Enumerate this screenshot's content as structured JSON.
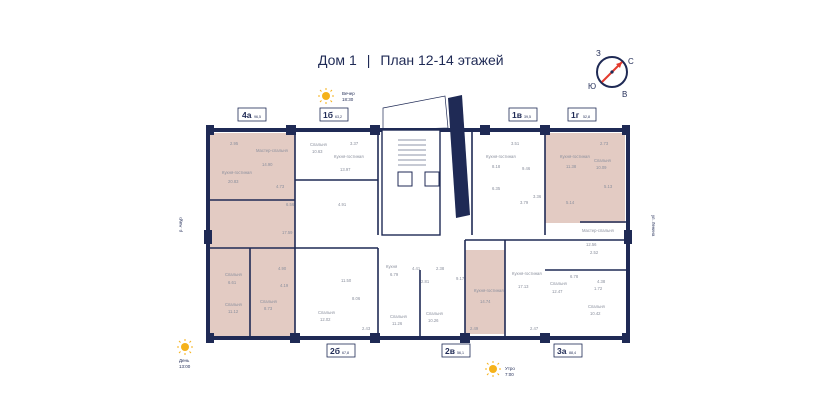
{
  "title": {
    "house": "Дом 1",
    "separator": "|",
    "plan": "План 12-14 этажей"
  },
  "compass": {
    "n": "С",
    "s": "Ю",
    "e": "В",
    "w": "З"
  },
  "sun": {
    "evening": {
      "label": "Вечер",
      "time": "18:30"
    },
    "day": {
      "label": "День",
      "time": "13:00"
    },
    "morning": {
      "label": "Утро",
      "time": "7:00"
    }
  },
  "streets": {
    "left": "р. Амур",
    "right": "ул. Ленина"
  },
  "apartments": {
    "a4": {
      "num": "4а",
      "area": "96,5"
    },
    "b1": {
      "num": "1б",
      "area": "63,2"
    },
    "v1": {
      "num": "1в",
      "area": "39,5"
    },
    "g1": {
      "num": "1г",
      "area": "52,8"
    },
    "b2": {
      "num": "2б",
      "area": "67,8"
    },
    "v2": {
      "num": "2в",
      "area": "56,1"
    },
    "a3": {
      "num": "3а",
      "area": "88,4"
    }
  },
  "rooms": {
    "r1": {
      "name": "Мастер-спальня",
      "area": "14.90"
    },
    "r2": {
      "name": "Кухня-гостиная",
      "area": "20.83"
    },
    "r3": {
      "name": "Спальня",
      "area": "10.63"
    },
    "r4": {
      "name": "Кухня-гостиная",
      "area": "13.97"
    },
    "r5": {
      "name": "Кухня-гостиная",
      "area": "8.18"
    },
    "r6": {
      "name": "Кухня-гостиная",
      "area": "11.38"
    },
    "r7": {
      "name": "Спальня",
      "area": "10.09"
    },
    "r8": {
      "name": "Мастер-спальня",
      "area": "12.56"
    },
    "r9": {
      "name": "Спальня",
      "area": "6.61"
    },
    "r10": {
      "name": "Спальня",
      "area": "11.12"
    },
    "r11": {
      "name": "Спальня",
      "area": "8.73"
    },
    "r12": {
      "name": "Спальня",
      "area": "12.02"
    },
    "r13": {
      "name": "Кухня",
      "area": "6.79"
    },
    "r14": {
      "name": "Спальня",
      "area": "11.26"
    },
    "r15": {
      "name": "Спальня",
      "area": "10.26"
    },
    "r16": {
      "name": "Кухня-гостиная",
      "area": "14.74"
    },
    "r17": {
      "name": "Кухня-гостиная",
      "area": "17.13"
    },
    "r18": {
      "name": "Спальня",
      "area": "12.47"
    },
    "r19": {
      "name": "Спальня",
      "area": "10.42"
    }
  },
  "small_areas": {
    "s1": "2.95",
    "s2": "4.73",
    "s3": "6.56",
    "s4": "3.37",
    "s5": "4.91",
    "s6": "17.59",
    "s7": "3.51",
    "s8": "6.35",
    "s9": "9.46",
    "s10": "3.79",
    "s11": "3.36",
    "s12": "2.73",
    "s13": "5.13",
    "s14": "5.14",
    "s15": "4.90",
    "s16": "4.19",
    "s17": "11.50",
    "s18": "8.06",
    "s19": "4.41",
    "s20": "2.38",
    "s21": "2.81",
    "s22": "9.17",
    "s23": "6.78",
    "s24": "2.52",
    "s25": "4.38",
    "s26": "2.43",
    "s27": "2.49",
    "s28": "2.47",
    "s29": "1.72"
  },
  "colors": {
    "wall": "#1f2a55",
    "highlight": "#e3cbc3",
    "room_floor": "#ffffff",
    "sun": "#f5b21a"
  }
}
